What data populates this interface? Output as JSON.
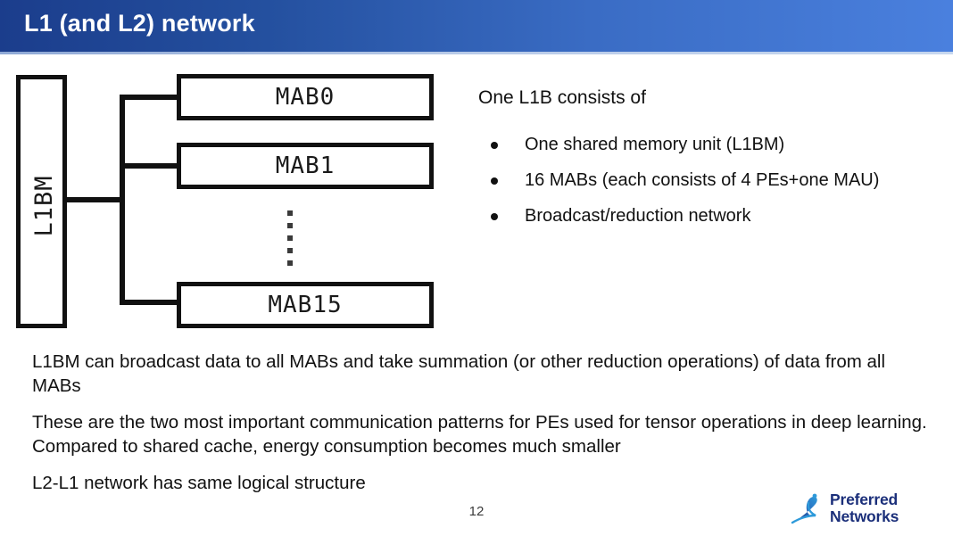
{
  "slide": {
    "title": "L1 (and L2) network",
    "page_number": "12"
  },
  "diagram": {
    "memory_block": {
      "label": "L1BM"
    },
    "mab_blocks": [
      {
        "label": "MAB0"
      },
      {
        "label": "MAB1"
      },
      {
        "label": "MAB15"
      }
    ],
    "ellipsis_dot_count": 5
  },
  "right_block": {
    "heading": "One L1B consists of",
    "bullets": [
      "One shared memory unit (L1BM)",
      "16 MABs (each consists of 4 PEs+one MAU)",
      "Broadcast/reduction network"
    ]
  },
  "body": {
    "paragraphs": [
      "L1BM can broadcast data to all MABs and take summation (or other reduction operations) of data from all MABs",
      "These are the two most important communication patterns for PEs used for tensor operations in deep learning.  Compared to shared cache, energy consumption becomes much smaller",
      "L2-L1 network has same logical structure"
    ]
  },
  "footer": {
    "logo_line1": "Preferred",
    "logo_line2": "Networks"
  },
  "colors": {
    "title_gradient_start": "#1b3d8c",
    "title_gradient_end": "#4a80de",
    "title_text": "#ffffff",
    "diagram_stroke": "#111111",
    "body_text": "#111111",
    "logo_navy": "#1b2f7a",
    "logo_blue": "#2e8bd8"
  }
}
